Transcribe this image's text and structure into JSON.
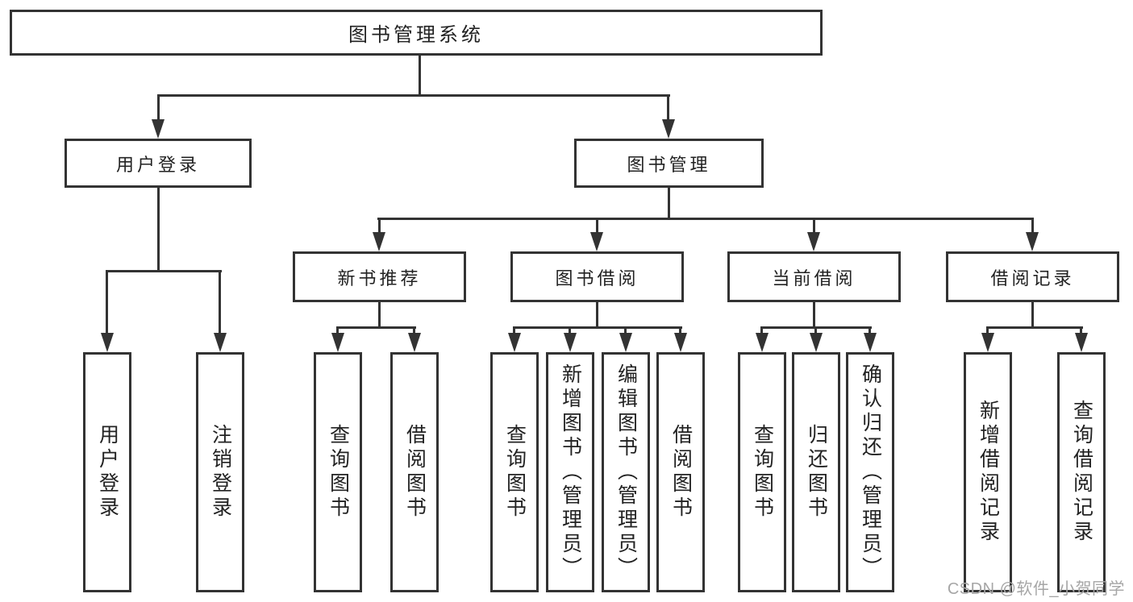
{
  "diagram": {
    "tree": {
      "label": "图书管理系统",
      "children": [
        {
          "label": "用户登录",
          "children": [
            {
              "label": "用户登录"
            },
            {
              "label": "注销登录"
            }
          ]
        },
        {
          "label": "图书管理",
          "children": [
            {
              "label": "新书推荐",
              "children": [
                {
                  "label": "查询图书"
                },
                {
                  "label": "借阅图书"
                }
              ]
            },
            {
              "label": "图书借阅",
              "children": [
                {
                  "label": "查询图书"
                },
                {
                  "label": "新增图书（管理员）"
                },
                {
                  "label": "编辑图书（管理员）"
                },
                {
                  "label": "借阅图书"
                }
              ]
            },
            {
              "label": "当前借阅",
              "children": [
                {
                  "label": "查询图书"
                },
                {
                  "label": "归还图书"
                },
                {
                  "label": "确认归还（管理员）"
                }
              ]
            },
            {
              "label": "借阅记录",
              "children": [
                {
                  "label": "新增借阅记录"
                },
                {
                  "label": "查询借阅记录"
                }
              ]
            }
          ]
        }
      ]
    }
  },
  "watermark": {
    "text": "CSDN @软件_小贺同学"
  },
  "colors": {
    "line": "#333333",
    "text": "#222222",
    "background": "#ffffff",
    "watermark": "#a6a6a6"
  }
}
